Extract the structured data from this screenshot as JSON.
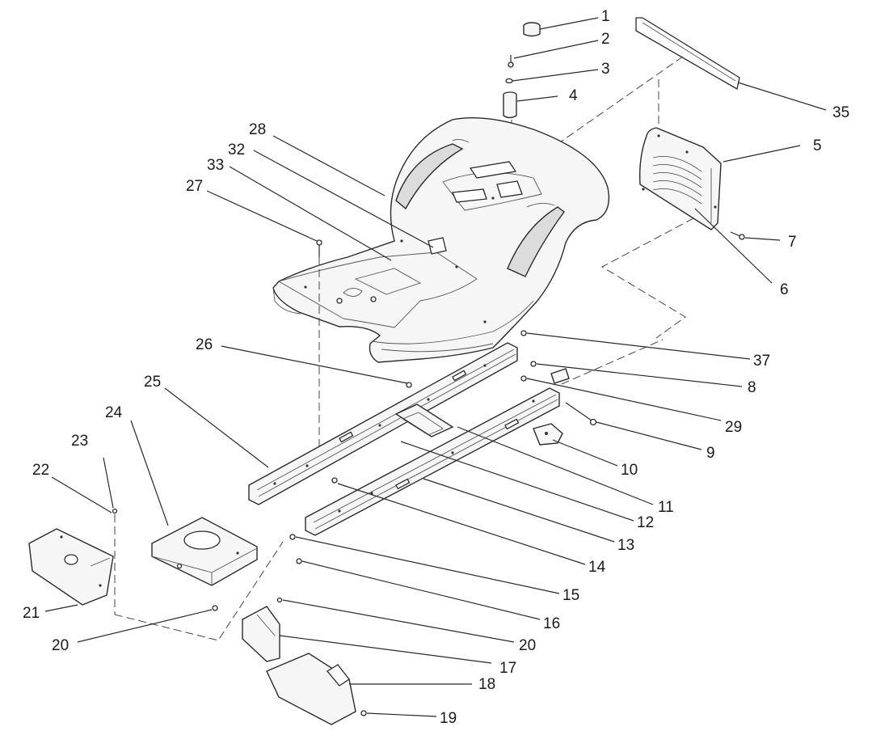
{
  "callouts": [
    {
      "id": "c1",
      "label": "1"
    },
    {
      "id": "c2",
      "label": "2"
    },
    {
      "id": "c3",
      "label": "3"
    },
    {
      "id": "c4",
      "label": "4"
    },
    {
      "id": "c35",
      "label": "35"
    },
    {
      "id": "c5",
      "label": "5"
    },
    {
      "id": "c7",
      "label": "7"
    },
    {
      "id": "c6",
      "label": "6"
    },
    {
      "id": "c28",
      "label": "28"
    },
    {
      "id": "c32",
      "label": "32"
    },
    {
      "id": "c33",
      "label": "33"
    },
    {
      "id": "c27",
      "label": "27"
    },
    {
      "id": "c26",
      "label": "26"
    },
    {
      "id": "c37",
      "label": "37"
    },
    {
      "id": "c8",
      "label": "8"
    },
    {
      "id": "c29",
      "label": "29"
    },
    {
      "id": "c25",
      "label": "25"
    },
    {
      "id": "c24",
      "label": "24"
    },
    {
      "id": "c9",
      "label": "9"
    },
    {
      "id": "c10",
      "label": "10"
    },
    {
      "id": "c11",
      "label": "11"
    },
    {
      "id": "c12",
      "label": "12"
    },
    {
      "id": "c13",
      "label": "13"
    },
    {
      "id": "c14",
      "label": "14"
    },
    {
      "id": "c23",
      "label": "23"
    },
    {
      "id": "c22",
      "label": "22"
    },
    {
      "id": "c15",
      "label": "15"
    },
    {
      "id": "c16",
      "label": "16"
    },
    {
      "id": "c21",
      "label": "21"
    },
    {
      "id": "c20a",
      "label": "20"
    },
    {
      "id": "c20b",
      "label": "20"
    },
    {
      "id": "c17",
      "label": "17"
    },
    {
      "id": "c18",
      "label": "18"
    },
    {
      "id": "c19",
      "label": "19"
    }
  ]
}
